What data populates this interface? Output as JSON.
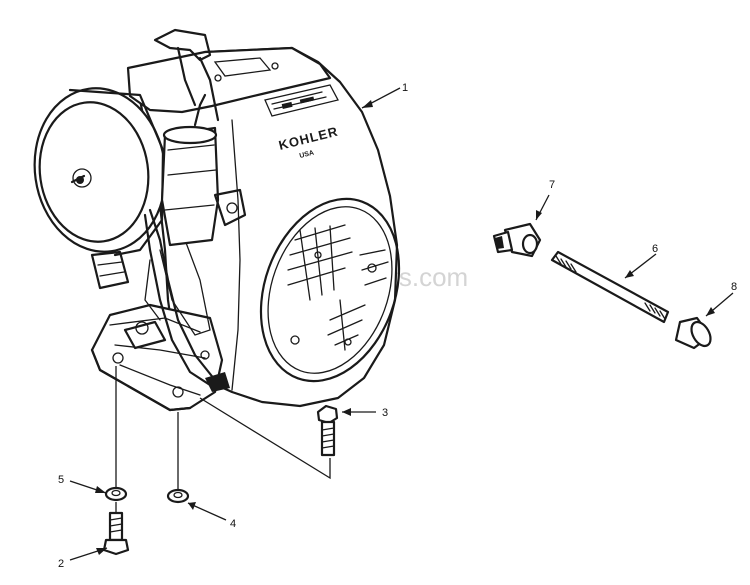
{
  "watermark": "ReplacementParts.com",
  "engine": {
    "brand": "KOHLER",
    "brand_sub": "USA"
  },
  "callouts": [
    {
      "id": "1",
      "label": "1"
    },
    {
      "id": "2",
      "label": "2"
    },
    {
      "id": "3",
      "label": "3"
    },
    {
      "id": "4",
      "label": "4"
    },
    {
      "id": "5",
      "label": "5"
    },
    {
      "id": "6",
      "label": "6"
    },
    {
      "id": "7",
      "label": "7"
    },
    {
      "id": "8",
      "label": "8"
    }
  ]
}
